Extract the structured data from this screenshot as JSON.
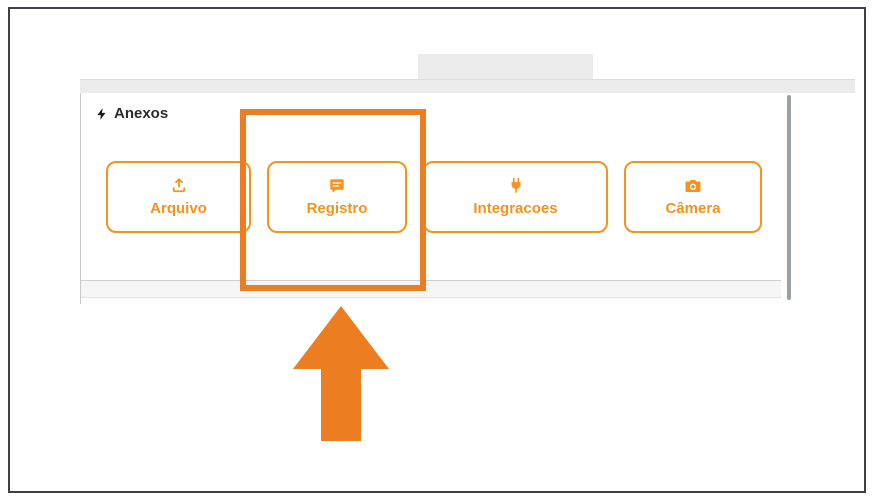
{
  "panel": {
    "section_title": "Anexos",
    "section_icon": "lightning-bolt-icon",
    "buttons": [
      {
        "label": "Arquivo",
        "icon": "upload-icon"
      },
      {
        "label": "Registro",
        "icon": "comment-icon"
      },
      {
        "label": "Integracoes",
        "icon": "plug-icon"
      },
      {
        "label": "Câmera",
        "icon": "camera-icon"
      }
    ]
  },
  "annotation": {
    "highlighted_button": "Registro",
    "shapes": [
      "highlight-rectangle",
      "up-arrow"
    ]
  },
  "colors": {
    "accent_orange": "#F6921E",
    "annotation_orange": "#ED7D21",
    "title_text": "#2B2B2B"
  }
}
